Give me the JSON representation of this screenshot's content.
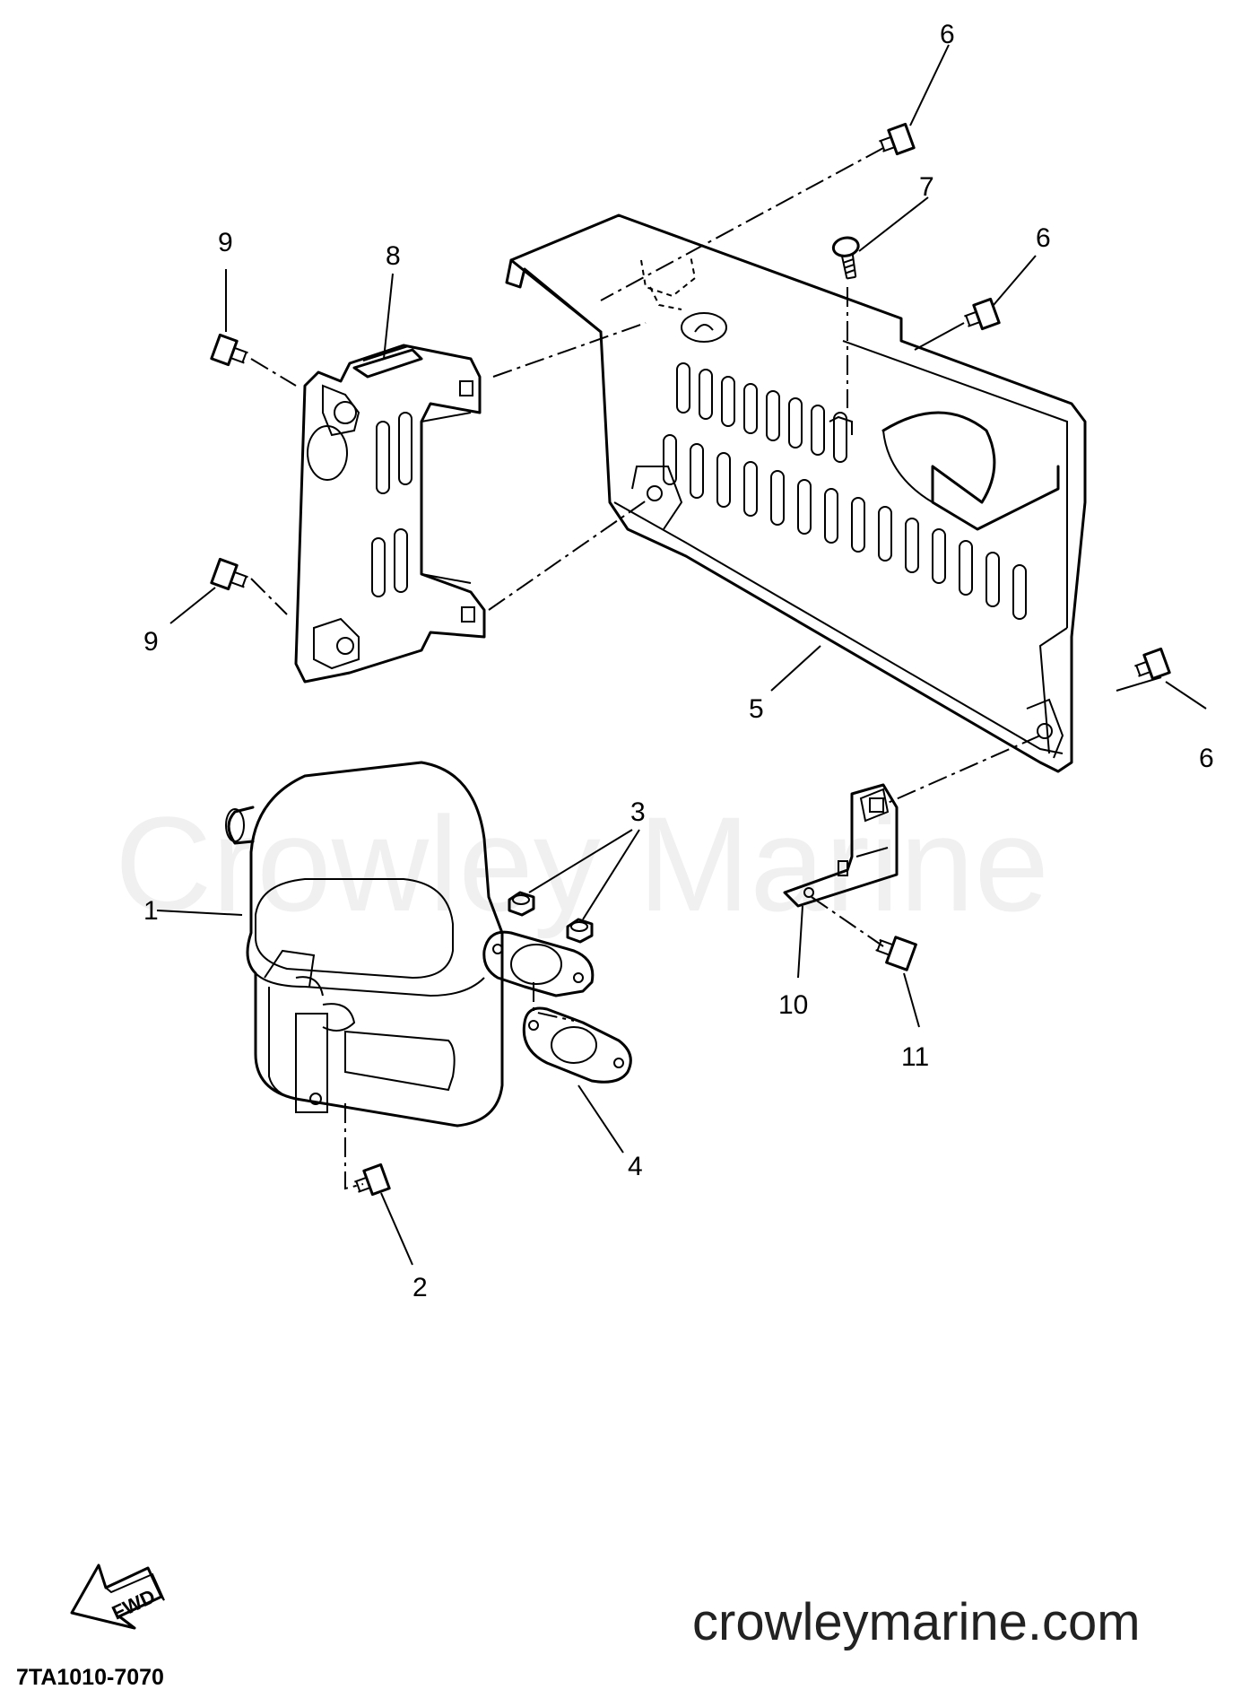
{
  "watermark": "Crowley Marine",
  "website": "crowleymarine.com",
  "diagram_code": "7TA1010-7070",
  "fwd_label": "FWD",
  "callouts": {
    "c1": "1",
    "c2": "2",
    "c3": "3",
    "c4": "4",
    "c5": "5",
    "c6a": "6",
    "c6b": "6",
    "c6c": "6",
    "c7": "7",
    "c8": "8",
    "c9a": "9",
    "c9b": "9",
    "c10": "10",
    "c11": "11"
  }
}
